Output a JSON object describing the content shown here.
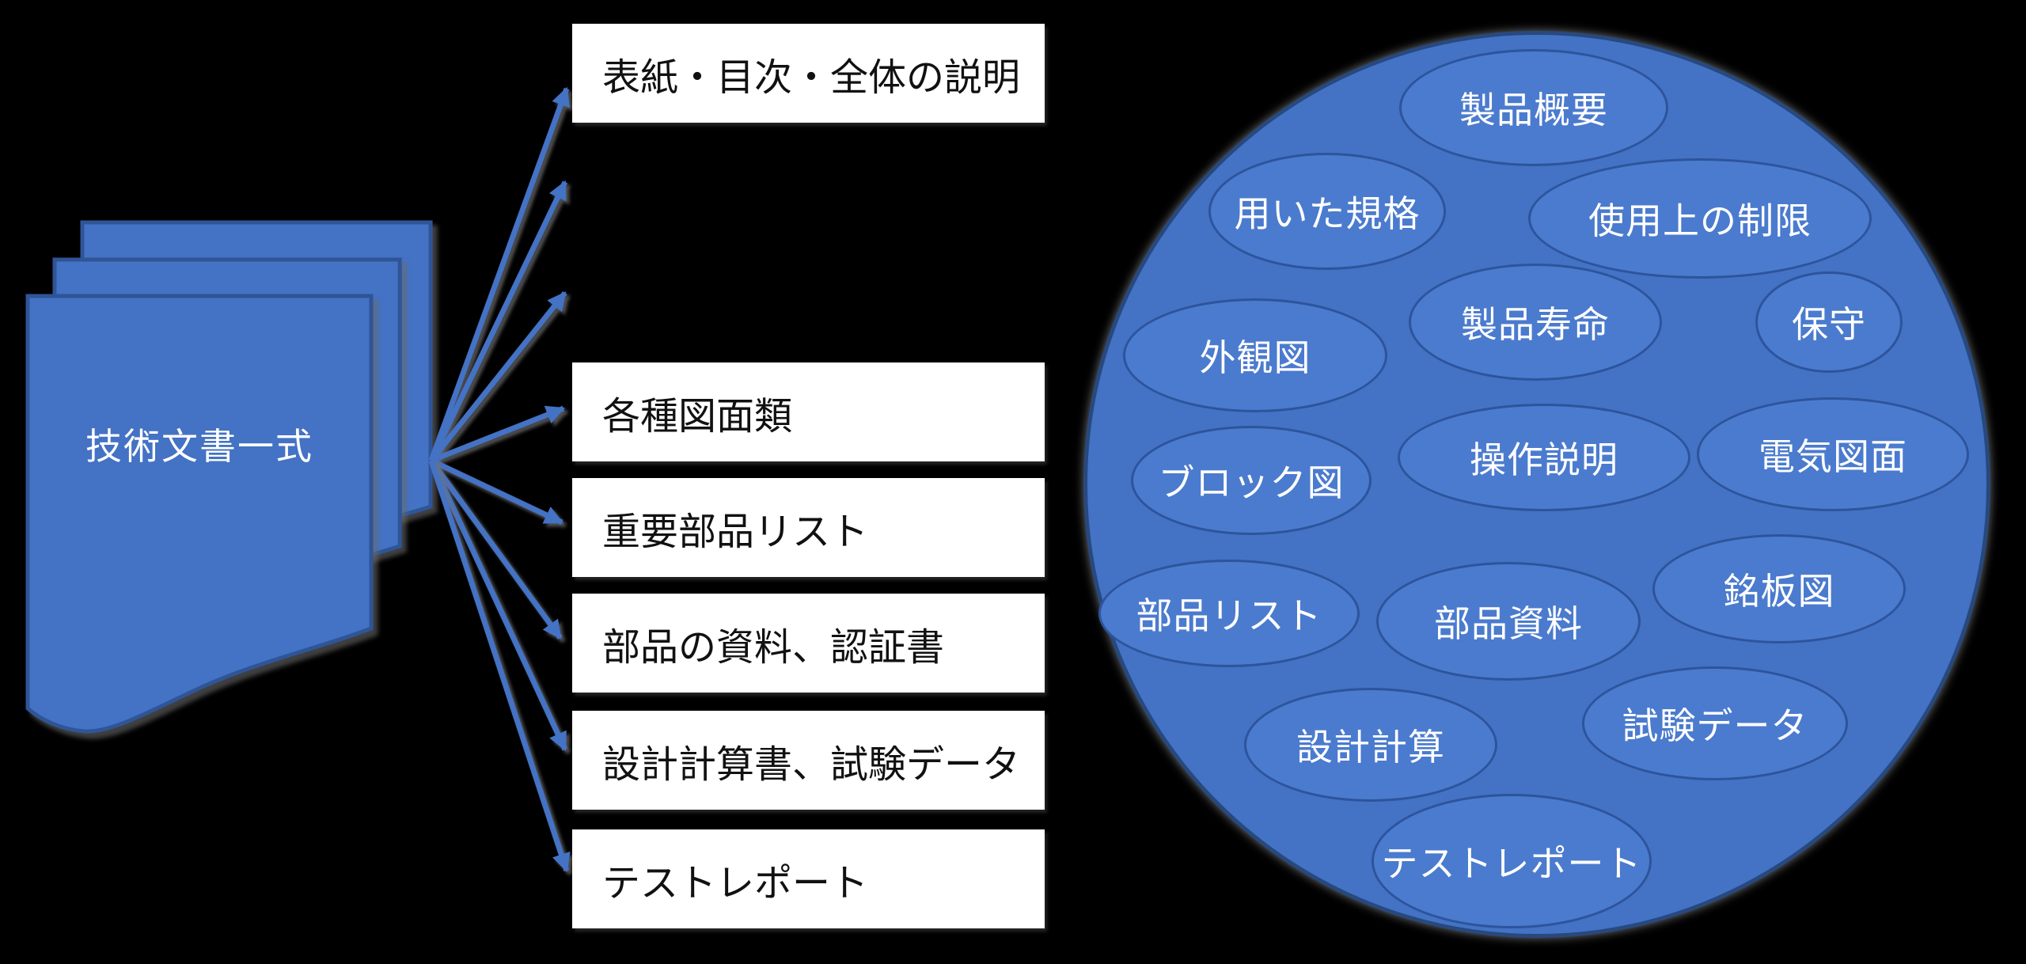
{
  "source_document": {
    "label": "技術文書一式"
  },
  "document_boxes": [
    {
      "label": "表紙・目次・全体の説明"
    },
    {
      "label": "各種図面類"
    },
    {
      "label": "重要部品リスト"
    },
    {
      "label": "部品の資料、認証書"
    },
    {
      "label": "設計計算書、試験データ"
    },
    {
      "label": "テストレポート"
    }
  ],
  "circle": {
    "items": [
      {
        "label": "製品概要"
      },
      {
        "label": "用いた規格"
      },
      {
        "label": "使用上の制限"
      },
      {
        "label": "外観図"
      },
      {
        "label": "製品寿命"
      },
      {
        "label": "保守"
      },
      {
        "label": "ブロック図"
      },
      {
        "label": "操作説明"
      },
      {
        "label": "電気図面"
      },
      {
        "label": "部品リスト"
      },
      {
        "label": "部品資料"
      },
      {
        "label": "銘板図"
      },
      {
        "label": "設計計算"
      },
      {
        "label": "試験データ"
      },
      {
        "label": "テストレポート"
      }
    ]
  },
  "colors": {
    "background": "#000000",
    "shape_blue": "#4472C4",
    "shape_border": "#2F5597",
    "bubble_fill": "#4B7BCE",
    "bubble_border": "#2D549C",
    "circle_border": "#27497E",
    "arrow": "#4472C4",
    "box_background": "#FFFFFF",
    "box_text": "#111111",
    "label_text": "#FFFFFF"
  }
}
